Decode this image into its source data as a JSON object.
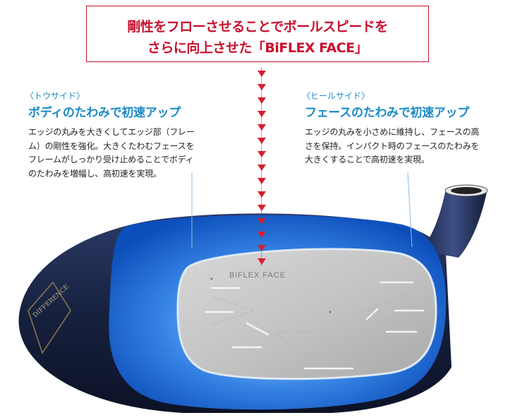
{
  "headline": {
    "line1": "剛性をフローさせることでボールスピードを",
    "line2": "さらに向上させた「BiFLEX FACE」"
  },
  "left": {
    "tag": "〈トウサイド〉",
    "heading": "ボディのたわみで初速アップ",
    "body": [
      "エッジの丸みを大きくしてエッジ部（フレー",
      "ム）の剛性を強化。大きくたわむフェースを",
      "フレームがしっかり受け止めることでボディ",
      "のたわみを増幅し、高初速を実現。"
    ]
  },
  "right": {
    "tag": "〈ヒールサイド〉",
    "heading": "フェースのたわみで初速アップ",
    "body": [
      "エッジの丸みを小さめに維持し、フェースの高",
      "さを保持。インパクト時のフェースのたわみを",
      "大きくすることで高初速を実現。"
    ]
  },
  "face_text": "BiFLEX FACE",
  "toe_text": "DIFFERENCE",
  "colors": {
    "red": "#c8102e",
    "blue": "#1a8bc7",
    "club_navy": "#1c2a4e",
    "glow_blue": "#2f7fe0"
  }
}
